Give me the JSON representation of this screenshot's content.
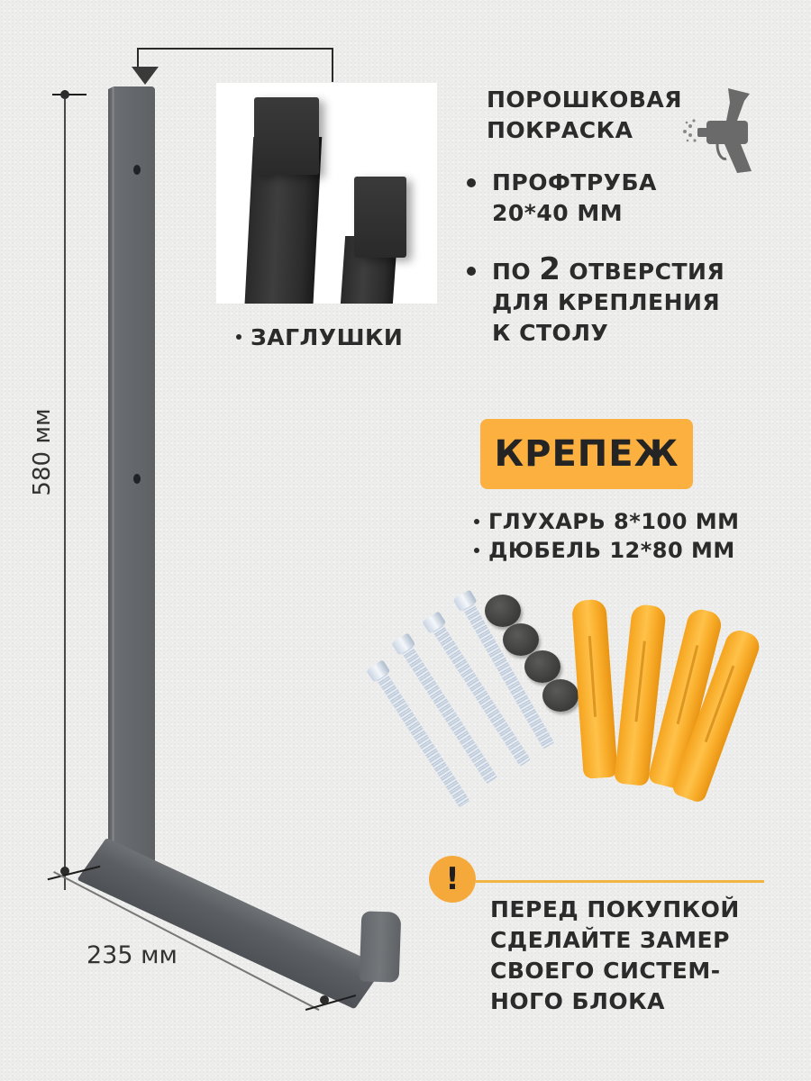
{
  "product": {
    "dimensions": {
      "height_label": "580 мм",
      "depth_label": "235 мм"
    },
    "caps_callout": {
      "label": "заглушки"
    },
    "features": {
      "coating_heading_line1": "порошковая",
      "coating_heading_line2": "покраска",
      "coating_icon": "spray-gun-icon",
      "items": [
        {
          "line1": "профтруба",
          "line2": "20*40 мм"
        },
        {
          "line1_prefix": "по",
          "line1_number": "2",
          "line1_suffix": "отверстия",
          "line2": "для крепления",
          "line3": "к столу"
        }
      ]
    },
    "fasteners": {
      "badge_label": "крепеж",
      "badge_color": "#fbb040",
      "items": [
        {
          "label": "глухарь 8*100 мм"
        },
        {
          "label": "дюбель 12*80 мм"
        }
      ]
    },
    "warning": {
      "icon": "exclamation-icon",
      "accent_color": "#f5a93a",
      "lines": [
        "перед покупкой",
        "сделайте замер",
        "своего систем-",
        "ного блока"
      ]
    }
  }
}
